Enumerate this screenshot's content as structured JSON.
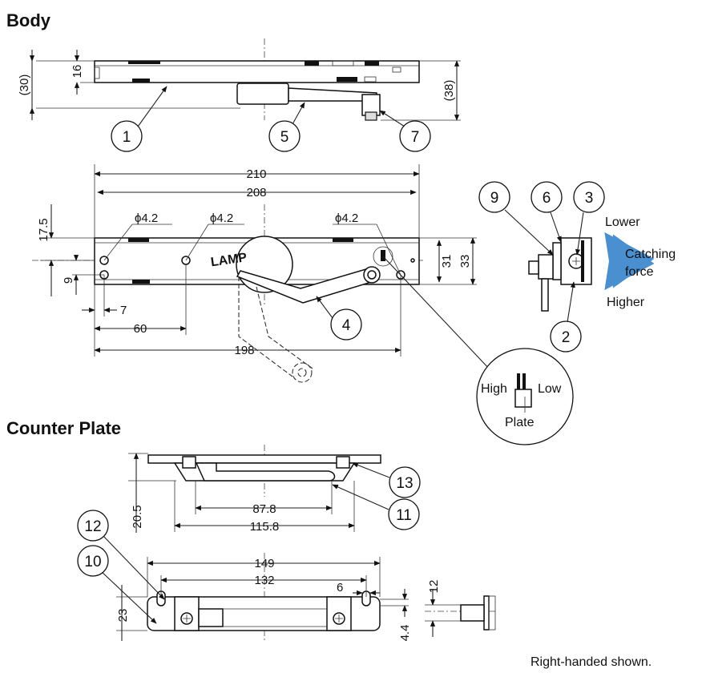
{
  "sections": {
    "body": "Body",
    "counter_plate": "Counter Plate"
  },
  "body_dims": {
    "d30": "(30)",
    "d16": "16",
    "d38": "(38)",
    "d210": "210",
    "d208": "208",
    "d17_5": "17.5",
    "phi1": "ϕ4.2",
    "phi2": "ϕ4.2",
    "phi3": "ϕ4.2",
    "d9": "9",
    "d7": "7",
    "d60": "60",
    "d198": "198",
    "d31": "31",
    "d33": "33"
  },
  "plate_dims": {
    "d20_5": "20.5",
    "d87_8": "87.8",
    "d115_8": "115.8",
    "d149": "149",
    "d132": "132",
    "d6": "6",
    "d23": "23",
    "d12": "12",
    "d4_4": "4.4"
  },
  "callouts": {
    "c1": "1",
    "c2": "2",
    "c3": "3",
    "c4": "4",
    "c5": "5",
    "c6": "6",
    "c7": "7",
    "c9": "9",
    "c10": "10",
    "c11": "11",
    "c12": "12",
    "c13": "13"
  },
  "side_view": {
    "lower": "Lower",
    "catching1": "Catching",
    "catching2": "force",
    "higher": "Higher"
  },
  "detail": {
    "high": "High",
    "low": "Low",
    "plate": "Plate"
  },
  "logo": "LAMP",
  "note": "Right-handed shown.",
  "colors": {
    "arrow": "#4a8fd0",
    "line": "#222222"
  }
}
